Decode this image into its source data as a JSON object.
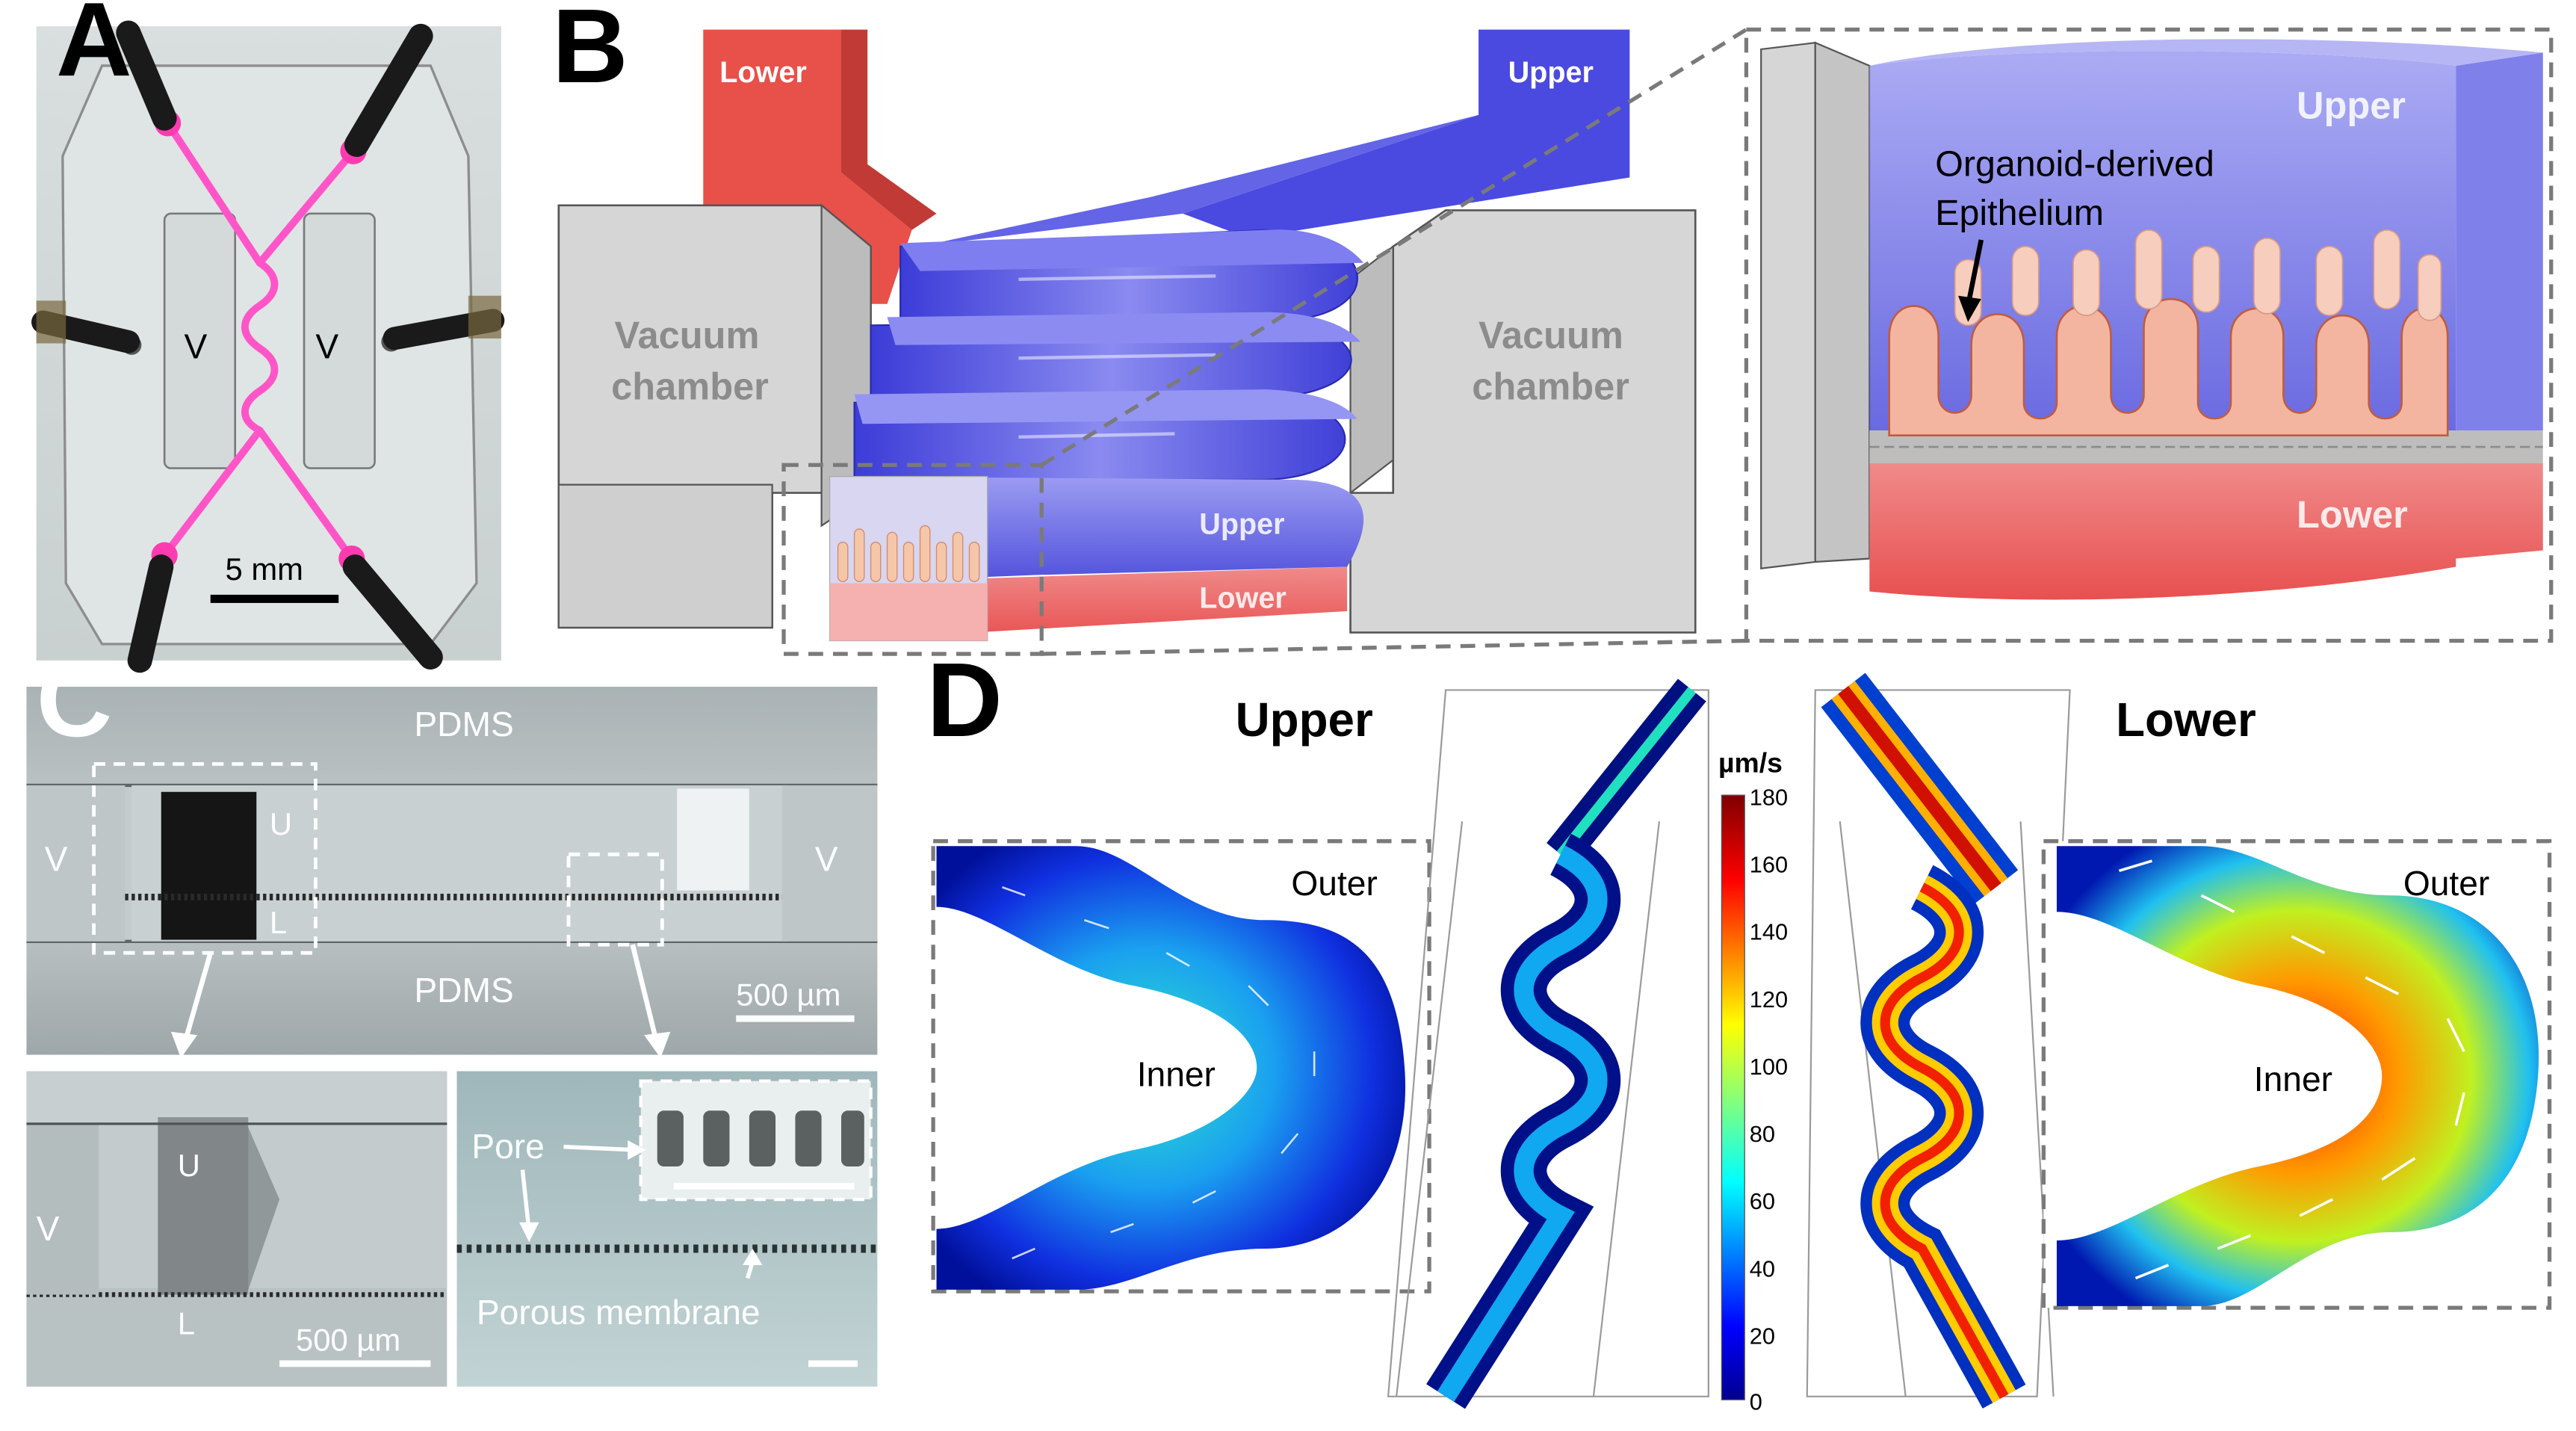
{
  "panels": {
    "A": {
      "letter": "A",
      "v_left": "V",
      "v_right": "V",
      "scale": "5 mm"
    },
    "B": {
      "letter": "B",
      "lower_top": "Lower",
      "upper_top": "Upper",
      "vacuum_left": [
        "Vacuum",
        "chamber"
      ],
      "vacuum_right": [
        "Vacuum",
        "chamber"
      ],
      "upper_channel": "Upper",
      "lower_channel": "Lower",
      "inset_upper": "Upper",
      "inset_lower": "Lower",
      "inset_epithelium": [
        "Organoid-derived",
        "Epithelium"
      ]
    },
    "C": {
      "letter": "C",
      "pdms_top": "PDMS",
      "pdms_bottom": "PDMS",
      "v_left": "V",
      "v_right": "V",
      "u": "U",
      "l": "L",
      "scale_main": "500 µm",
      "sub1_v": "V",
      "sub1_u": "U",
      "sub1_l": "L",
      "sub1_scale": "500 µm",
      "sub2_pore": "Pore",
      "sub2_membrane": "Porous membrane"
    },
    "D": {
      "letter": "D",
      "title_upper": "Upper",
      "title_lower": "Lower",
      "outer_left": "Outer",
      "inner_left": "Inner",
      "outer_right": "Outer",
      "inner_right": "Inner",
      "colorbar_unit": "µm/s",
      "colorbar_ticks": [
        "180",
        "160",
        "140",
        "120",
        "100",
        "80",
        "60",
        "40",
        "20",
        "0"
      ]
    }
  },
  "colors": {
    "upper_blue": "#5d5de0",
    "lower_red": "#e8504a",
    "vacuum_gray": "#d4d4d4",
    "dash_gray": "#7a7a7a"
  }
}
